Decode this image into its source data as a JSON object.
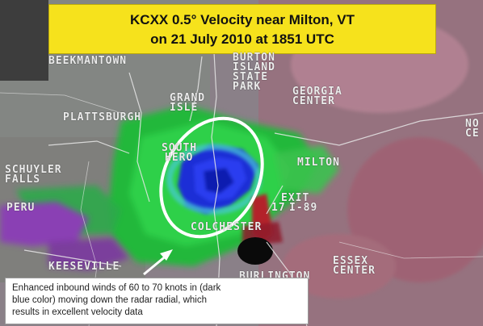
{
  "title": {
    "line1": "KCXX 0.5° Velocity near Milton, VT",
    "line2": "on 21 July 2010 at 1851 UTC"
  },
  "places": {
    "beekmantown": "BEEKMANTOWN",
    "burton": "BURTON",
    "island": "ISLAND",
    "state": "STATE",
    "park": "PARK",
    "georgia": "GEORGIA",
    "center_georgia": "CENTER",
    "grand": "GRAND",
    "isle": "ISLE",
    "plattsburgh": "PLATTSBURGH",
    "schuyler": "SCHUYLER",
    "falls": "FALLS",
    "south": "SOUTH",
    "hero": "HERO",
    "milton": "MILTON",
    "exit": "EXIT",
    "exit_num": "17",
    "i89": "I-89",
    "colchester": "COLCHESTER",
    "peru": "PERU",
    "keeseville": "KEESEVILLE",
    "essex": "ESSEX",
    "center_essex": "CENTER",
    "burlington": "BURLINGTON",
    "no": "NO",
    "ce": "CE"
  },
  "caption": {
    "line1": "Enhanced inbound winds of 60 to 70 knots in (dark",
    "line2": "blue color) moving down the radar radial, which",
    "line3": "results in excellent velocity data"
  },
  "colors": {
    "title_bg": "#f6e21c",
    "inbound_dark_blue": "#1f2fd6",
    "inbound_green": "#1ec43a",
    "outbound_red": "#b3202a",
    "highlight_ellipse": "#ffffff"
  }
}
